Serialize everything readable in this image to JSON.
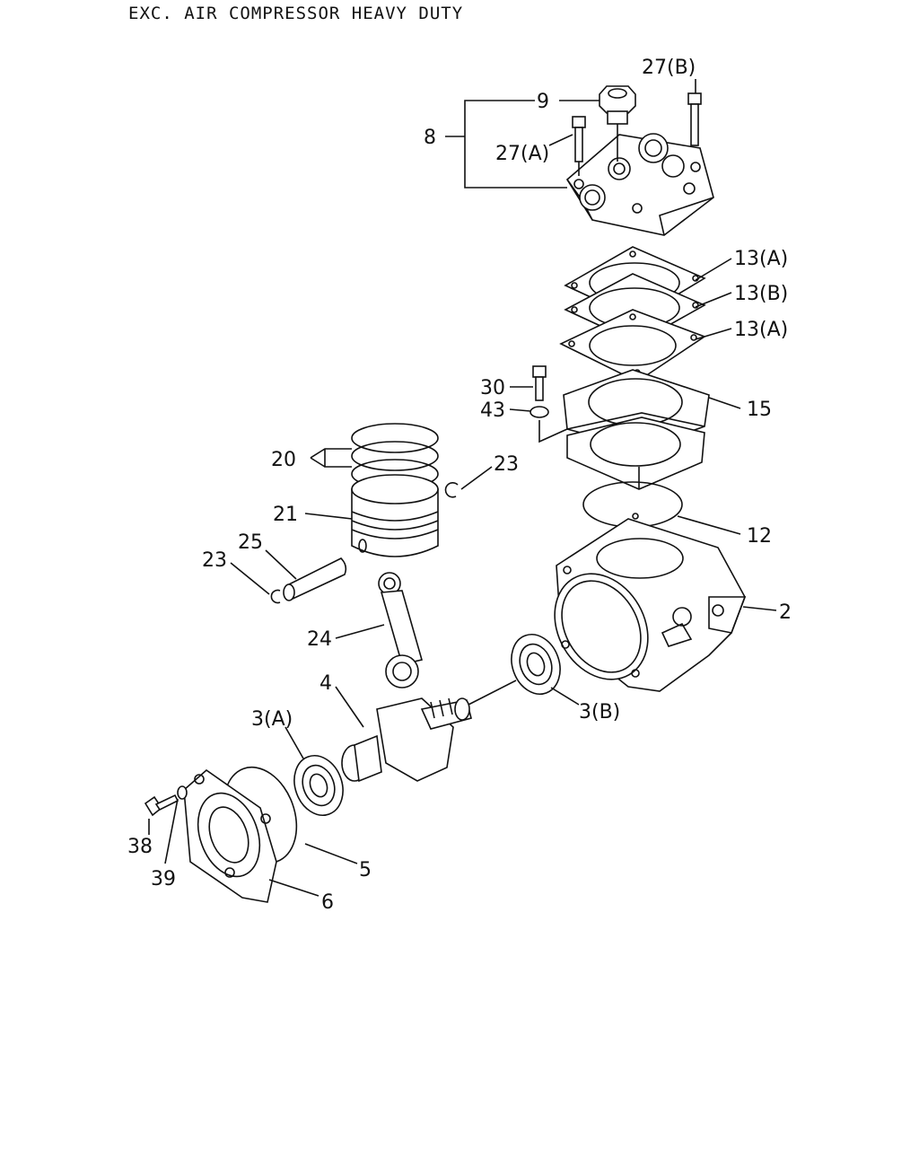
{
  "title": "EXC. AIR COMPRESSOR HEAVY DUTY",
  "callouts": {
    "c27b": "27(B)",
    "c9": "9",
    "c8": "8",
    "c27a": "27(A)",
    "c13a_top": "13(A)",
    "c13b": "13(B)",
    "c13a_low": "13(A)",
    "c30": "30",
    "c43": "43",
    "c15": "15",
    "c20": "20",
    "c23_right": "23",
    "c21": "21",
    "c25": "25",
    "c23_left": "23",
    "c12": "12",
    "c2": "2",
    "c24": "24",
    "c4": "4",
    "c3a": "3(A)",
    "c3b": "3(B)",
    "c38": "38",
    "c39": "39",
    "c5": "5",
    "c6": "6"
  }
}
